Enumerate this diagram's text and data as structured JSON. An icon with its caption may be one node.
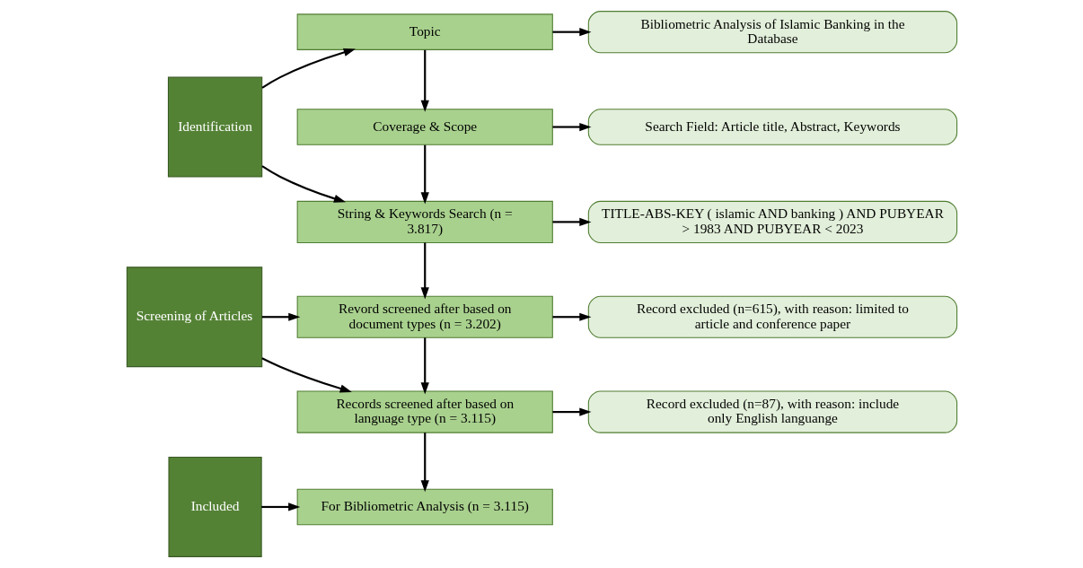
{
  "diagram": {
    "nodes": [
      {
        "text": [
          "Identification"
        ]
      },
      {
        "text": [
          "Topic"
        ]
      },
      {
        "text": [
          "Bibliometric Analysis of Islamic Banking in the Database"
        ]
      },
      {
        "text": [
          "Coverage & Scope"
        ]
      },
      {
        "text": [
          "Search Field: Article title, Abstract, Keywords"
        ]
      },
      {
        "text": [
          "String & Keywords Search (n = 3.817)"
        ]
      },
      {
        "text": [
          "TITLE-ABS-KEY ( islamic AND banking ) AND PUBYEAR > 1983 AND PUBYEAR < 2023"
        ]
      },
      {
        "text": [
          "Screening of Articles"
        ]
      },
      {
        "text": [
          "Revord screened after based on document types (n = 3.202)"
        ]
      },
      {
        "text": [
          "Record excluded (n=615), with reason: limited to article and conference paper"
        ]
      },
      {
        "text": [
          "Records screened after based on language type (n = 3.115)"
        ]
      },
      {
        "text": [
          "Record excluded (n=87), with reason: include only English languange"
        ]
      },
      {
        "text": [
          "Included"
        ]
      },
      {
        "text": [
          "For Bibliometric Analysis (n = 3.115)"
        ]
      }
    ],
    "edges": [
      {
        "from": 0,
        "to": 1,
        "arrow": "to"
      },
      {
        "from": 0,
        "to": 5,
        "arrow": "to"
      },
      {
        "from": 1,
        "to": 2,
        "arrow": "to"
      },
      {
        "from": 1,
        "to": 3,
        "arrow": "to"
      },
      {
        "from": 3,
        "to": 4,
        "arrow": "to"
      },
      {
        "from": 3,
        "to": 5,
        "arrow": "to"
      },
      {
        "from": 5,
        "to": 6,
        "arrow": "to"
      },
      {
        "from": 5,
        "to": 8,
        "arrow": "to"
      },
      {
        "from": 7,
        "to": 8,
        "arrow": "to"
      },
      {
        "from": 7,
        "to": 10,
        "arrow": "to"
      },
      {
        "from": 8,
        "to": 9,
        "arrow": "to"
      },
      {
        "from": 8,
        "to": 10,
        "arrow": "to"
      },
      {
        "from": 10,
        "to": 11,
        "arrow": "to"
      },
      {
        "from": 10,
        "to": 13,
        "arrow": "to"
      },
      {
        "from": 12,
        "to": 13,
        "arrow": "to"
      }
    ]
  }
}
